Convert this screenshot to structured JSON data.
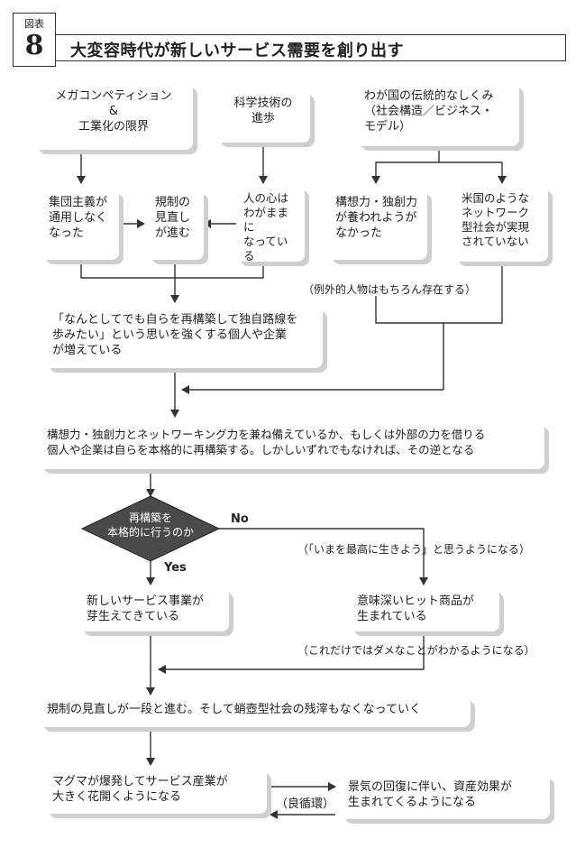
{
  "header": {
    "tag_label": "図表",
    "tag_number": "8",
    "title": "大変容時代が新しいサービス需要を創り出す"
  },
  "nodes": {
    "mega": "メガコンペティション\n&\n工業化の限界",
    "science": "科学技術の\n進歩",
    "tradition": "わが国の伝統的なしくみ\n（社会構造／ビジネス・\nモデル）",
    "collectivism": "集団主義が\n通用しなく\nなった",
    "deregulation": "規制の\n見直し\nが進む",
    "wilful": "人の心は\nわがままに\nなってい\nる",
    "creativity": "構想力・独創力\nが養われようが\nなかった",
    "network": "米国のような\nネットワーク\n型社会が実現\nされていない",
    "desire": "「なんとしてでも自らを再構築して独自路線を\n歩みたい」という思いを強くする個人や企業\nが増えている",
    "restructure": "構想力・独創力とネットワーキング力を兼ね備えているか、もしくは外部の力を借りる\n個人や企業は自らを本格的に再構築する。しかしいずれでもなければ、その逆となる",
    "decision": "再構築を\n本格的に行うのか",
    "new_service": "新しいサービス事業が\n芽生えてきている",
    "hit_products": "意味深いヒット商品が\n生まれている",
    "regulation_step": "規制の見直しが一段と進む。そして蛸壺型社会の残滓もなくなっていく",
    "magma": "マグマが爆発してサービス産業が\n大きく花開くようになる",
    "economy": "景気の回復に伴い、資産効果が\n生まれてくるようになる"
  },
  "notes": {
    "exception": "（例外的人物はもちろん存在する）",
    "yes": "Yes",
    "no": "No",
    "live_best": "（「いまを最高に生きよう」と思うようになる）",
    "not_enough": "（これだけではダメなことがわかるようになる）",
    "virtuous_cycle": "（良循環）"
  },
  "colors": {
    "box_shadow": "#cfcfcf",
    "line": "#333333",
    "diamond": "#4a4a4a"
  }
}
